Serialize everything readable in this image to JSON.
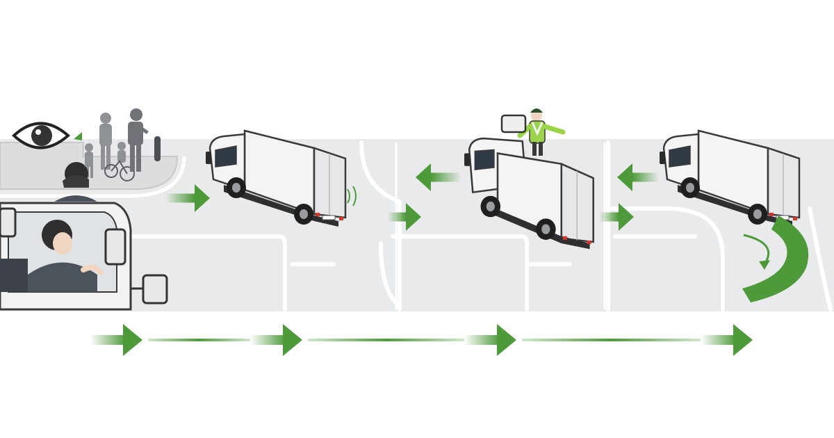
{
  "colors": {
    "background": "#ffffff",
    "road": "#e9eaeb",
    "road_marking": "#ffffff",
    "sidewalk": "#d9dadb",
    "arrow_green": "#4e9a3b",
    "truck_body": "#f4f4f4",
    "truck_outline": "#3a3a3a",
    "window": "#2f3a44",
    "figure_gray": "#8e9297",
    "vest": "#9bd34a"
  },
  "icons": {
    "eye": "eye-icon",
    "forward_arrow": "arrow-right-icon",
    "back_arrow": "arrow-left-icon",
    "turn_arrow": "curved-arrow-icon"
  },
  "steps": [
    {
      "id": "check-surroundings"
    },
    {
      "id": "start-moving"
    },
    {
      "id": "guided-reverse"
    },
    {
      "id": "reverse-turn"
    }
  ],
  "timeline_arrows": 4
}
